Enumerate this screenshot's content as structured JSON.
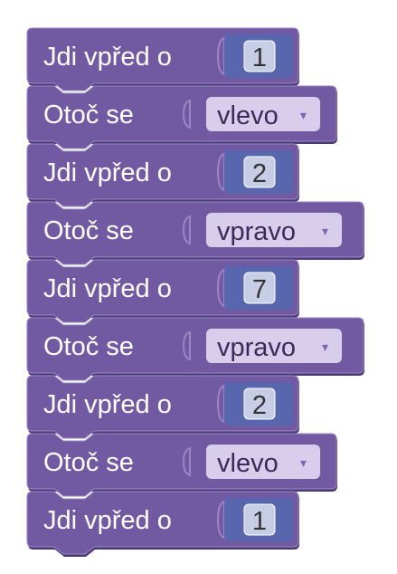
{
  "colors": {
    "block_fill": "#725aa3",
    "block_dark": "#4b3a78",
    "block_light": "#9a86c4",
    "number_socket": "#5866ae",
    "number_field": "#c7cde5",
    "dropdown_field": "#d8cdea"
  },
  "blocks": [
    {
      "type": "move",
      "label": "Jdi vpřed o",
      "value": "1"
    },
    {
      "type": "turn",
      "label": "Otoč se",
      "value": "vlevo",
      "arrow": "▾"
    },
    {
      "type": "move",
      "label": "Jdi vpřed o",
      "value": "2"
    },
    {
      "type": "turn",
      "label": "Otoč se",
      "value": "vpravo",
      "arrow": "▾"
    },
    {
      "type": "move",
      "label": "Jdi vpřed o",
      "value": "7"
    },
    {
      "type": "turn",
      "label": "Otoč se",
      "value": "vpravo",
      "arrow": "▾"
    },
    {
      "type": "move",
      "label": "Jdi vpřed o",
      "value": "2"
    },
    {
      "type": "turn",
      "label": "Otoč se",
      "value": "vlevo",
      "arrow": "▾"
    },
    {
      "type": "move",
      "label": "Jdi vpřed o",
      "value": "1"
    }
  ]
}
